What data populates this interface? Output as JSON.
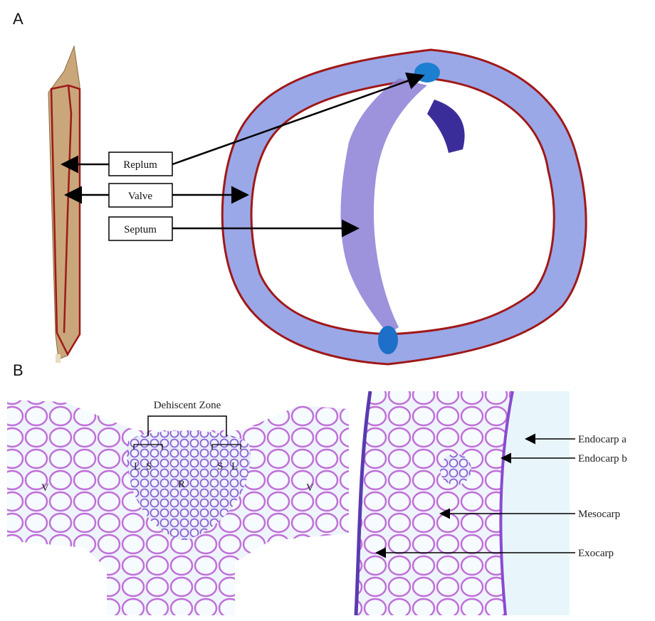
{
  "panels": {
    "a": "A",
    "b": "B"
  },
  "panel_a": {
    "callouts": [
      "Replum",
      "Valve",
      "Septum"
    ]
  },
  "panel_b": {
    "left": {
      "zone_label": "Dehiscent Zone",
      "markers": [
        "L",
        "S",
        "R",
        "S",
        "L",
        "V",
        "V"
      ]
    },
    "right": {
      "labels": [
        "Endocarp a",
        "Endocarp b",
        "Mesocarp",
        "Exocarp"
      ]
    }
  },
  "colors": {
    "outline": "#a01818",
    "tissue": "#4a4fc8",
    "stain": "#c060d0",
    "pod": "#c9a77a"
  }
}
